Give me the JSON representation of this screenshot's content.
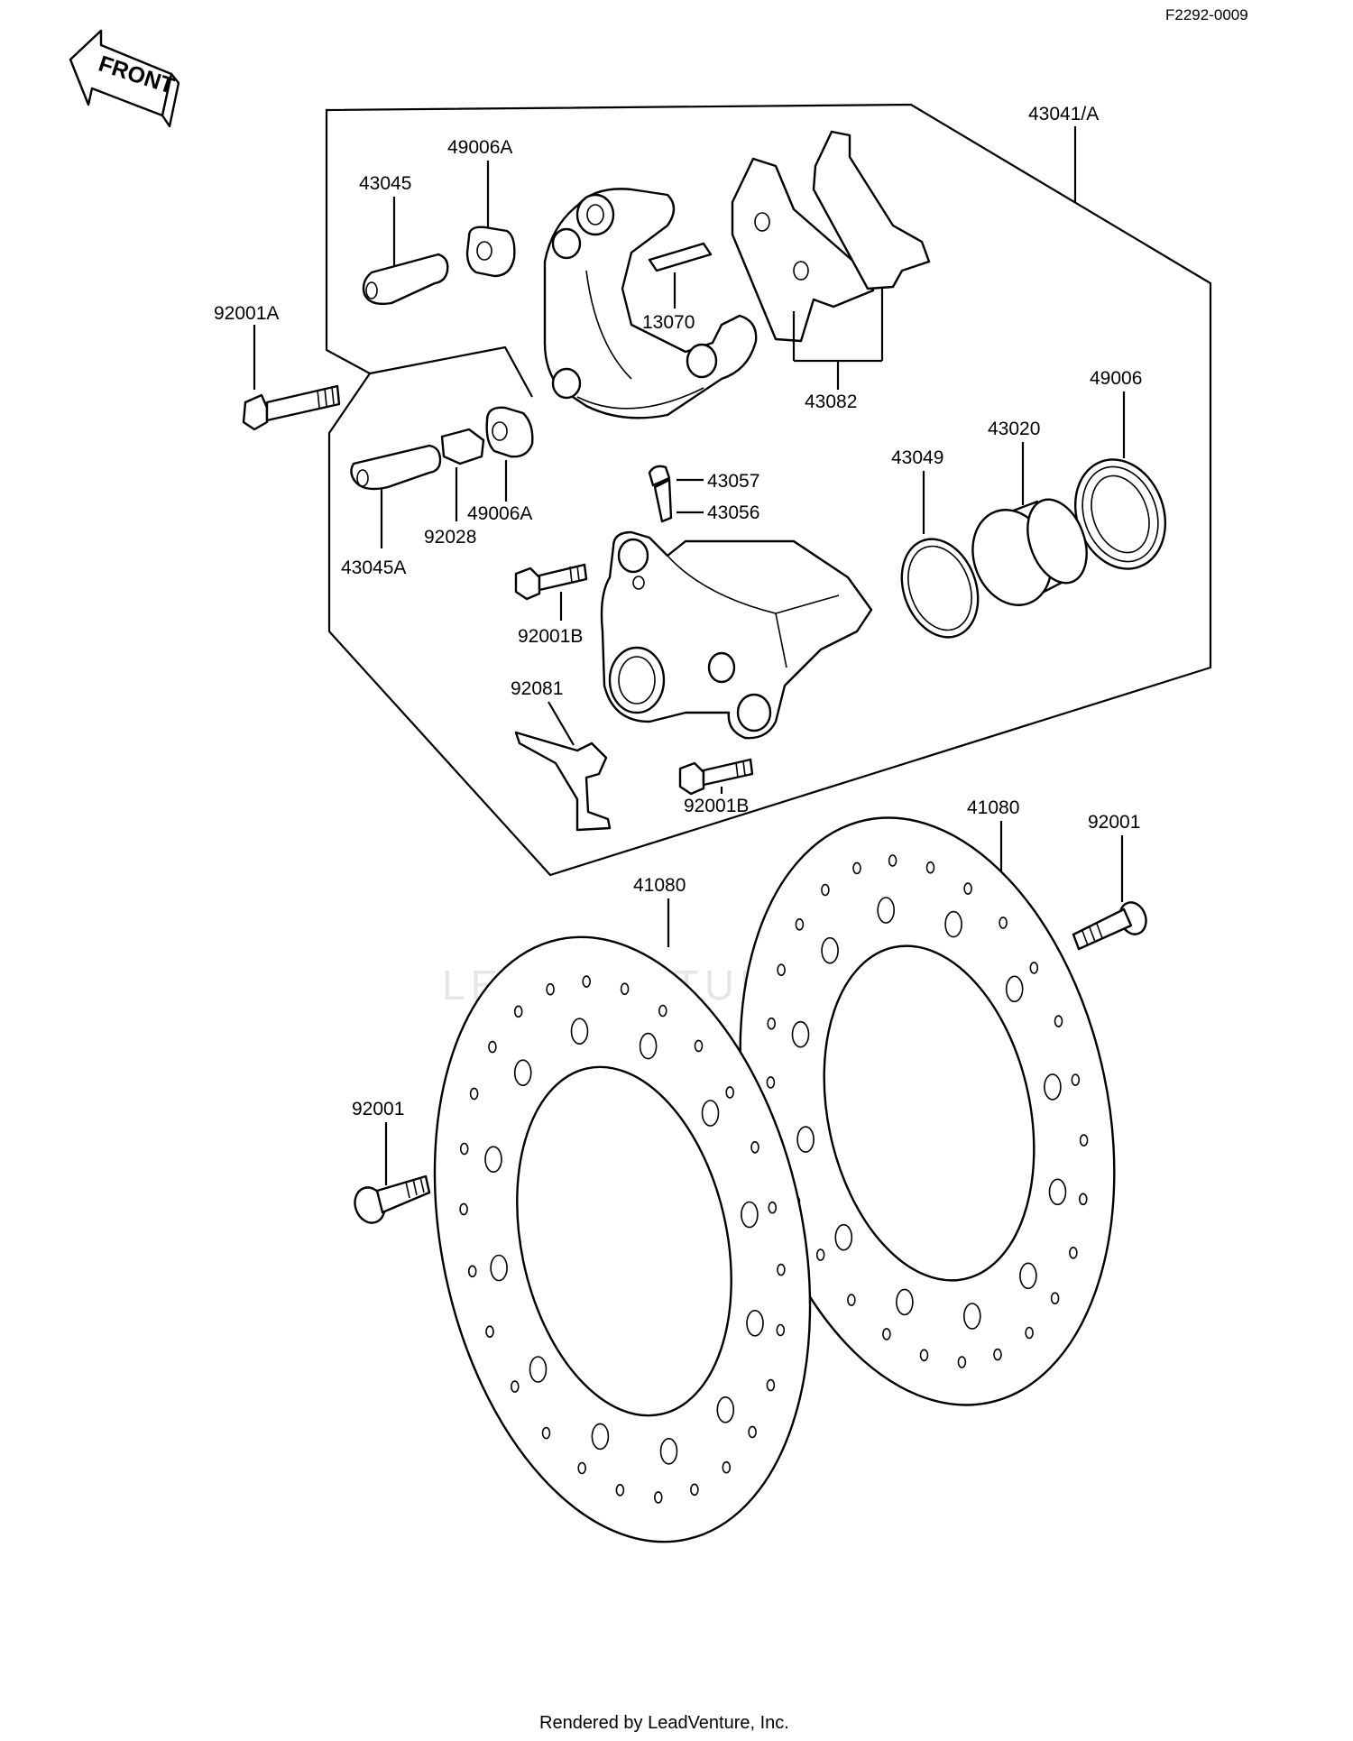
{
  "diagram": {
    "ref_code": "F2292-0009",
    "front_arrow_text": "FRONT",
    "footer": "Rendered by LeadVenture, Inc.",
    "watermark": "LEADVENTURE",
    "part_labels": {
      "p43041A": "43041/A",
      "p49006A_top": "49006A",
      "p43045": "43045",
      "p13070": "13070",
      "p92001A": "92001A",
      "p43082": "43082",
      "p49006": "49006",
      "p43020": "43020",
      "p43049": "43049",
      "p43057": "43057",
      "p43056": "43056",
      "p49006A_bot": "49006A",
      "p92028": "92028",
      "p43045A": "43045A",
      "p92001B_top": "92001B",
      "p92081": "92081",
      "p92001B_bot": "92001B",
      "p41080_right": "41080",
      "p41080_left": "41080",
      "p92001_right": "92001",
      "p92001_left": "92001"
    }
  }
}
